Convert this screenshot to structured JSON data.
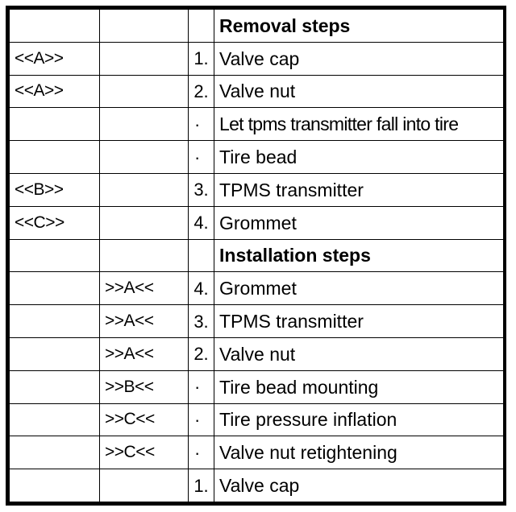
{
  "table": {
    "columns": [
      "removal-ref",
      "installation-ref",
      "step-number",
      "description"
    ],
    "rows": [
      {
        "ref": "",
        "ref2": "",
        "num": "",
        "desc": "Removal steps",
        "header": true
      },
      {
        "ref": "<<A>>",
        "ref2": "",
        "num": "1.",
        "desc": "Valve cap",
        "header": false
      },
      {
        "ref": "<<A>>",
        "ref2": "",
        "num": "2.",
        "desc": "Valve nut",
        "header": false
      },
      {
        "ref": "",
        "ref2": "",
        "num": "·",
        "desc": "Let tpms transmitter fall into tire",
        "header": false
      },
      {
        "ref": "",
        "ref2": "",
        "num": "·",
        "desc": "Tire bead",
        "header": false
      },
      {
        "ref": "<<B>>",
        "ref2": "",
        "num": "3.",
        "desc": "TPMS transmitter",
        "header": false
      },
      {
        "ref": "<<C>>",
        "ref2": "",
        "num": "4.",
        "desc": "Grommet",
        "header": false
      },
      {
        "ref": "",
        "ref2": "",
        "num": "",
        "desc": "Installation steps",
        "header": true
      },
      {
        "ref": "",
        "ref2": ">>A<<",
        "num": "4.",
        "desc": "Grommet",
        "header": false
      },
      {
        "ref": "",
        "ref2": ">>A<<",
        "num": "3.",
        "desc": "TPMS transmitter",
        "header": false
      },
      {
        "ref": "",
        "ref2": ">>A<<",
        "num": "2.",
        "desc": "Valve nut",
        "header": false
      },
      {
        "ref": "",
        "ref2": ">>B<<",
        "num": "·",
        "desc": "Tire bead mounting",
        "header": false
      },
      {
        "ref": "",
        "ref2": ">>C<<",
        "num": "·",
        "desc": "Tire pressure inflation",
        "header": false
      },
      {
        "ref": "",
        "ref2": ">>C<<",
        "num": "·",
        "desc": "Valve nut retightening",
        "header": false
      },
      {
        "ref": "",
        "ref2": "",
        "num": "1.",
        "desc": "Valve cap",
        "header": false
      }
    ]
  }
}
